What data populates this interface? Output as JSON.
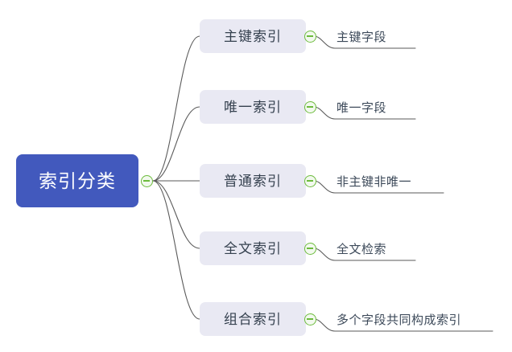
{
  "diagram": {
    "type": "mind-map",
    "title": "索引分类",
    "background_color": "#ffffff",
    "root": {
      "label": "索引分类",
      "fill_color": "#4259bd",
      "text_color": "#ffffff",
      "toggle_icon": "collapse-minus-icon"
    },
    "branch_style": {
      "fill_color": "#e9e9f3",
      "text_color": "#35414f"
    },
    "connector_color": "#5a5a5a",
    "toggle_color": "#6cbb3c",
    "branches": [
      {
        "label": "主键索引",
        "toggle_icon": "collapse-minus-icon",
        "leaf": {
          "label": "主键字段",
          "underline_width": 100
        }
      },
      {
        "label": "唯一索引",
        "toggle_icon": "collapse-minus-icon",
        "leaf": {
          "label": "唯一字段",
          "underline_width": 100
        }
      },
      {
        "label": "普通索引",
        "toggle_icon": "collapse-minus-icon",
        "leaf": {
          "label": "非主键非唯一",
          "underline_width": 135
        }
      },
      {
        "label": "全文索引",
        "toggle_icon": "collapse-minus-icon",
        "leaf": {
          "label": "全文检索",
          "underline_width": 100
        }
      },
      {
        "label": "组合索引",
        "toggle_icon": "collapse-minus-icon",
        "leaf": {
          "label": "多个字段共同构成索引",
          "underline_width": 196
        }
      }
    ]
  }
}
